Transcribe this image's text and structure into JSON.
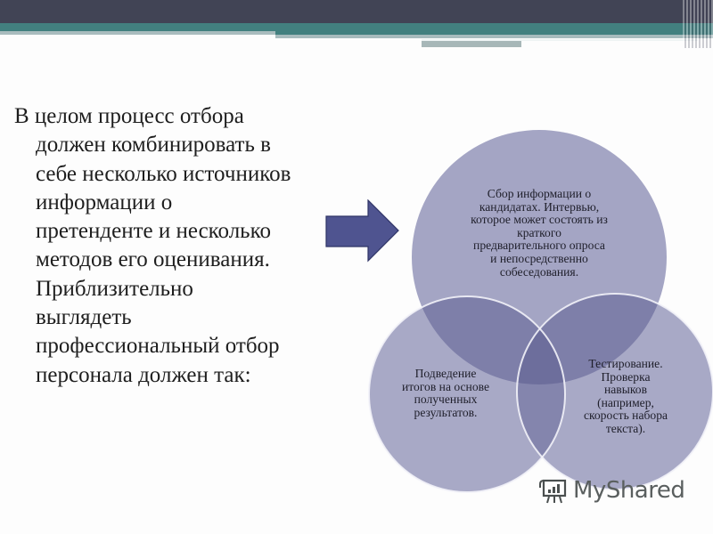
{
  "slide": {
    "body_lines": [
      "В целом процесс отбора должен комбинировать в себе несколько источников информации о претенденте и несколько методов его оценивания. Приблизительно выглядеть профессиональный отбор персонала должен так:"
    ],
    "body_text_lines": [
      "В целом процесс отбора",
      "должен комбинировать в",
      "себе несколько источников",
      "информации о",
      "претенденте и несколько",
      "методов его оценивания.",
      "Приблизительно",
      "выглядеть",
      "профессиональный отбор",
      "персонала должен так:"
    ],
    "arrow_icon": "right-arrow-icon",
    "venn": {
      "circles": [
        {
          "id": "top",
          "label": [
            "Сбор информации о",
            "кандидатах. Интервью,",
            "которое может состоять из",
            "краткого",
            "предварительного опроса",
            "и непосредственно",
            "собеседования."
          ]
        },
        {
          "id": "bottom-left",
          "label": [
            "Подведение",
            "итогов на основе",
            "полученных",
            "результатов."
          ]
        },
        {
          "id": "bottom-right",
          "label": [
            "Тестирование.",
            "Проверка",
            "навыков",
            "(например,",
            "скорость набора",
            "текста)."
          ]
        }
      ],
      "colors": {
        "circle_fill": "#a4a5c4",
        "overlap_fill": "#7d7ea8",
        "center_fill": "#6d6e9c",
        "arrow_fill": "#4f5490"
      }
    },
    "theme_colors": {
      "top_bar": "#414455",
      "teal_band": "#42807f",
      "accent_lines": "#a7bbbd"
    }
  },
  "watermark": {
    "text": "MyShared",
    "icon": "presentation-board-icon"
  }
}
